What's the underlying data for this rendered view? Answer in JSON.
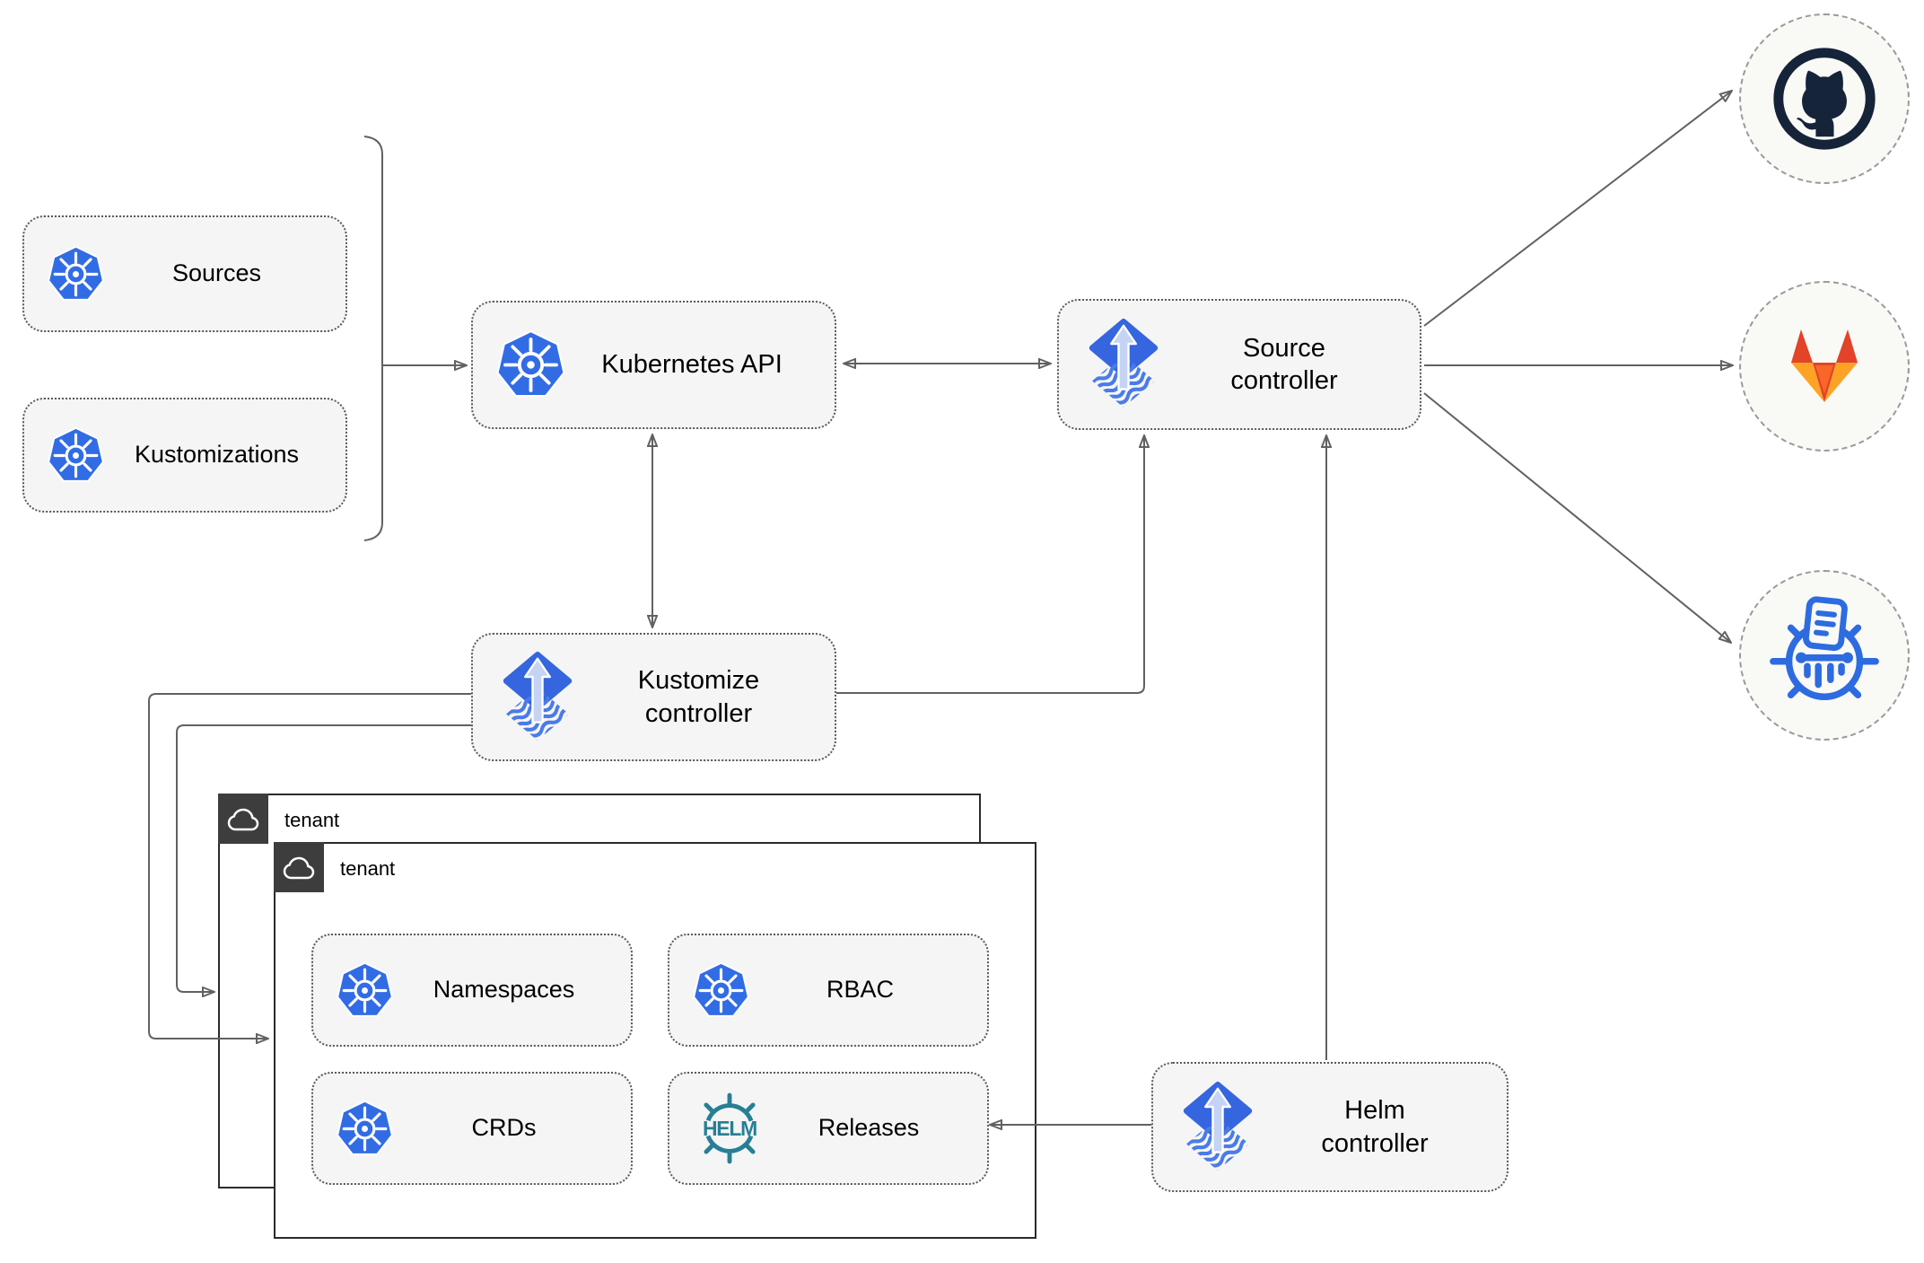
{
  "nodes": {
    "sources": {
      "label": "Sources"
    },
    "kustomizations": {
      "label": "Kustomizations"
    },
    "kubernetes_api": {
      "label": "Kubernetes API"
    },
    "source_controller": {
      "label": "Source\ncontroller"
    },
    "kustomize_controller": {
      "label": "Kustomize\ncontroller"
    },
    "helm_controller": {
      "label": "Helm\ncontroller"
    },
    "tenant_back": {
      "label": "tenant"
    },
    "tenant_front": {
      "label": "tenant"
    },
    "namespaces": {
      "label": "Namespaces"
    },
    "rbac": {
      "label": "RBAC"
    },
    "crds": {
      "label": "CRDs"
    },
    "releases": {
      "label": "Releases"
    }
  },
  "icons": {
    "helm_text": "HELM",
    "kubernetes": "kubernetes-wheel-icon",
    "flux": "flux-icon",
    "helm": "helm-wheel-icon",
    "tenant": "cloud-icon",
    "github": "github-octocat-icon",
    "gitlab": "gitlab-tanuki-icon",
    "chart_repository": "chartmuseum-icon"
  },
  "edges": [
    {
      "from": "sources-kustomizations-bracket",
      "to": "kubernetes-api",
      "arrow": "end"
    },
    {
      "from": "kubernetes-api",
      "to": "source-controller",
      "arrow": "both"
    },
    {
      "from": "kubernetes-api",
      "to": "kustomize-controller",
      "arrow": "both"
    },
    {
      "from": "kustomize-controller",
      "to": "source-controller",
      "arrow": "end"
    },
    {
      "from": "helm-controller",
      "to": "source-controller",
      "arrow": "end"
    },
    {
      "from": "source-controller",
      "to": "github",
      "arrow": "end"
    },
    {
      "from": "source-controller",
      "to": "gitlab",
      "arrow": "end"
    },
    {
      "from": "source-controller",
      "to": "chart-repository",
      "arrow": "end"
    },
    {
      "from": "kustomize-controller",
      "to": "tenant-front",
      "arrow": "end"
    },
    {
      "from": "kustomize-controller",
      "to": "tenant-back",
      "arrow": "end"
    },
    {
      "from": "helm-controller",
      "to": "releases",
      "arrow": "end"
    }
  ],
  "colors": {
    "kubernetes_blue": "#326ce5",
    "flux_blue": "#3566df",
    "flux_arrow_light": "#c5d3f4",
    "helm_teal": "#277f95",
    "github_dark": "#16243a",
    "gitlab_orange": "#e24329",
    "gitlab_mid_orange": "#fc6d26",
    "gitlab_light_orange": "#fca326",
    "chartmuseum_blue": "#2d6be0",
    "connector_gray": "#616161",
    "node_fill": "#f5f5f5",
    "tenant_tab_dark": "#3d3d3d"
  }
}
